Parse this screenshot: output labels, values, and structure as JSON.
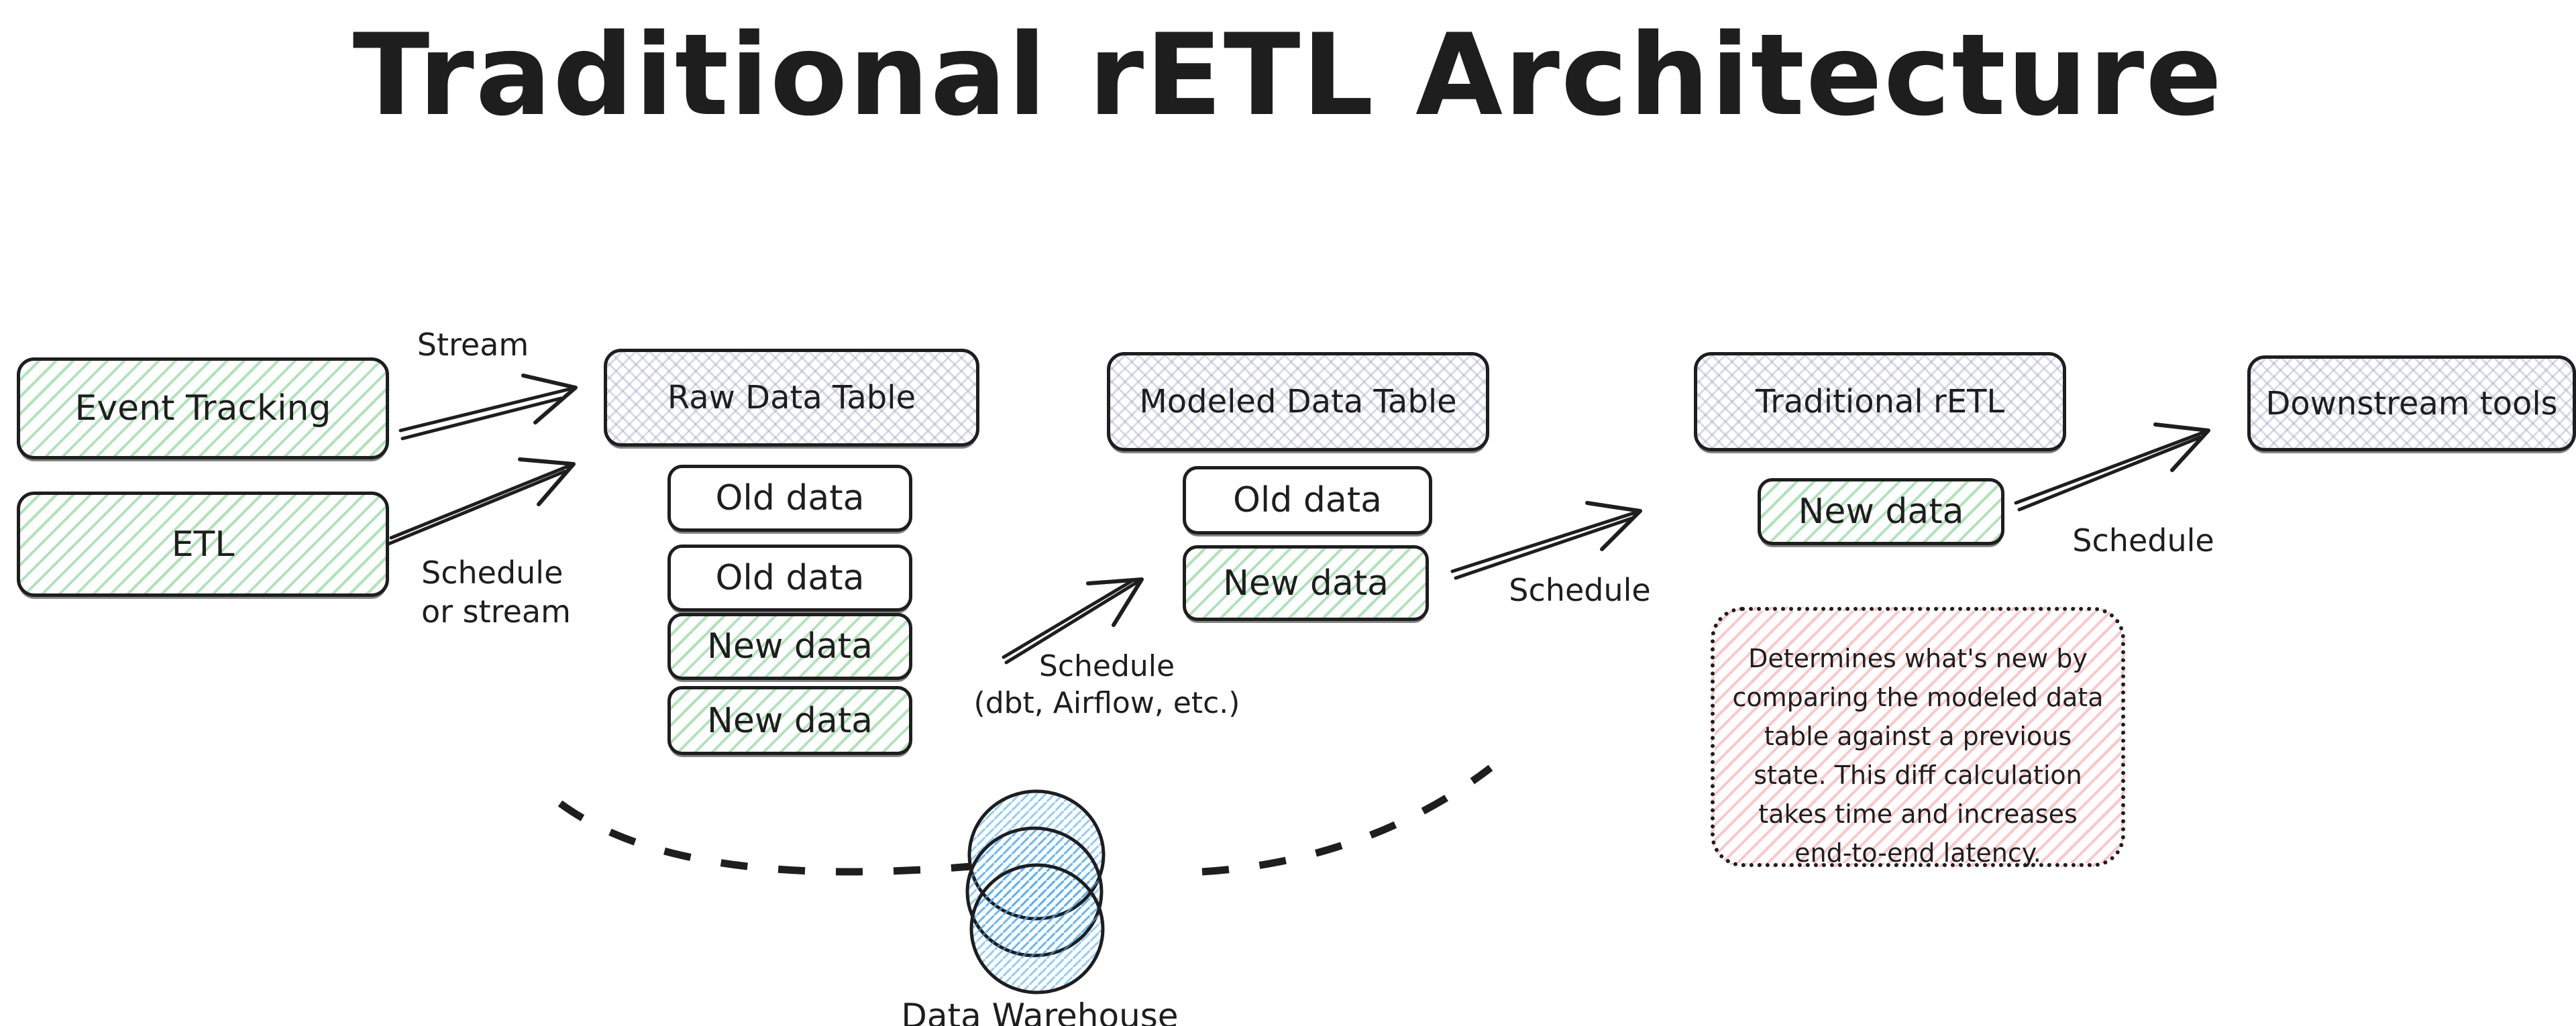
{
  "title": "Traditional rETL Architecture",
  "sources": {
    "event_tracking": "Event Tracking",
    "etl": "ETL"
  },
  "raw_table": {
    "title": "Raw Data Table",
    "rows": [
      {
        "label": "Old data",
        "state": "old"
      },
      {
        "label": "Old data",
        "state": "old"
      },
      {
        "label": "New data",
        "state": "new"
      },
      {
        "label": "New data",
        "state": "new"
      }
    ]
  },
  "modeled_table": {
    "title": "Modeled Data Table",
    "rows": [
      {
        "label": "Old data",
        "state": "old"
      },
      {
        "label": "New data",
        "state": "new"
      }
    ]
  },
  "retl": {
    "title": "Traditional rETL",
    "row": {
      "label": "New data",
      "state": "new"
    }
  },
  "downstream": {
    "title": "Downstream tools"
  },
  "edges": {
    "stream": "Stream",
    "schedule_or_stream_line1": "Schedule",
    "schedule_or_stream_line2": "or stream",
    "schedule_dbt_line1": "Schedule",
    "schedule_dbt_line2": "(dbt, Airflow, etc.)",
    "schedule_to_retl": "Schedule",
    "schedule_to_downstream": "Schedule"
  },
  "note": {
    "lines": [
      "Determines what's new by",
      "comparing the modeled data",
      "table against a previous",
      "state. This diff calculation",
      "takes time and increases",
      "end-to-end latency."
    ]
  },
  "warehouse": {
    "label": "Data Warehouse"
  },
  "colors": {
    "ink": "#1e1e1e",
    "green_line": "rgba(64,192,87,0.42)",
    "gray_line": "rgba(150,160,190,0.38)",
    "red_line": "rgba(255,130,130,0.45)",
    "blue_line": "rgba(77,171,247,0.6)"
  }
}
